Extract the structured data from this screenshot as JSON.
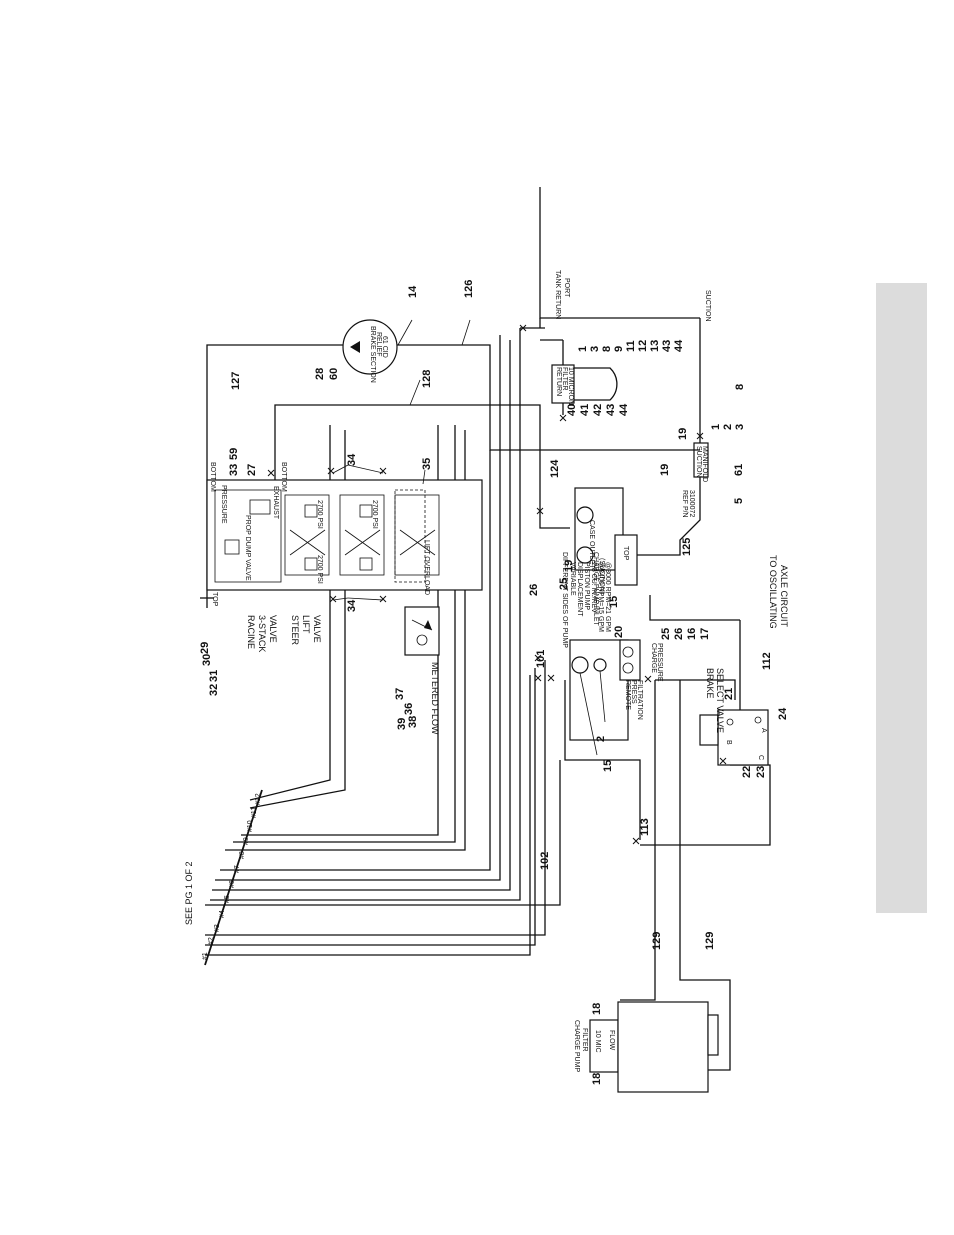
{
  "page": {
    "side_tab_color": "#dcdcdc",
    "line_color": "#111111"
  },
  "components": {
    "see_page_note": "SEE PG 1 OF 2",
    "valve_title": [
      "RACINE",
      "3-STACK",
      "VALVE"
    ],
    "steer_lift_title": [
      "STEER",
      "LIFT",
      "VALVE"
    ],
    "metered_flow": "METERED FLOW",
    "pressure_label": "PRESSURE",
    "exhaust_label": "EXHAUST",
    "bottom_label_1": "BOTTOM",
    "bottom_label_2": "BOTTOM",
    "top_label": "TOP",
    "prop_dump_valve": "PROP DUMP VALVE",
    "lift_overload": "LIFT OVERLOAD",
    "relief_labels": [
      "2700 PSI",
      "2700 PSI",
      "2700 PSI"
    ],
    "brake_section": [
      "BRAKE SECTION",
      "RELIEF",
      "61 CID"
    ],
    "return_filter": [
      "RETURN",
      "FILTER",
      "10 MICRON"
    ],
    "tank_return_port": [
      "TANK RETURN",
      "PORT"
    ],
    "suction_label": "SUCTION",
    "suction_manifold": [
      "SUCTION",
      "MANIFOLD"
    ],
    "case_outlet": "CASE OUTLET",
    "charge_pump_inlet": [
      "CHARGE PUMP INLET",
      "(SUCTION)"
    ],
    "top_block": "TOP",
    "ref_pn": [
      "REF P/N",
      "3100072"
    ],
    "pump_text": [
      "DIFFERENT SIDES OF PUMP",
      "VARIABLE",
      "DISPLACEMENT",
      "PISTON PUMP",
      "2.8 CU. IN./REV",
      "@2400 RPM=15 GPM",
      "@3000 RPM=21 GPM"
    ],
    "remote_press": [
      "REMOTE",
      "PRESS",
      "FILTRATION"
    ],
    "charge_pressure": [
      "CHARGE",
      "PRESSURE"
    ],
    "brake_select_valve": [
      "BRAKE",
      "SELECT VALVE"
    ],
    "port_letters": [
      "A",
      "B",
      "C"
    ],
    "oscillating": [
      "TO OSCILLATING",
      "AXLE CIRCUIT"
    ],
    "charge_pump_filter": [
      "CHARGE PUMP",
      "FILTER"
    ],
    "filter_flow": "FLOW",
    "filter_detail": "10 MIC",
    "harness_taps": [
      "#1",
      "#2",
      "#3",
      "#4",
      "#5",
      "#6",
      "#7",
      "#8",
      "#9",
      "#10",
      "#11",
      "#12"
    ]
  },
  "callouts": {
    "c_14": "14",
    "c_126": "126",
    "c_127": "127",
    "c_128": "128",
    "c_28": "28",
    "c_60": "60",
    "c_59": "59",
    "c_33": "33",
    "c_27": "27",
    "c_34a": "34",
    "c_35": "35",
    "c_34b": "34",
    "c_29": "29",
    "c_30": "30",
    "c_31": "31",
    "c_32": "32",
    "c_36": "36",
    "c_37": "37",
    "c_38": "38",
    "c_39": "39",
    "c_124": "124",
    "c_19a": "19",
    "c_25a": "25",
    "c_26a": "26",
    "c_15a": "15",
    "c_19b": "19",
    "c_125": "125",
    "c_19c": "19",
    "c_61": "61",
    "c_5": "5",
    "c_1_2_3": [
      "1",
      "2",
      "3"
    ],
    "c_8": "8",
    "c_return_list": [
      "1",
      "3",
      "8",
      "9",
      "11",
      "12",
      "13",
      "43",
      "44"
    ],
    "c_return_list_2": [
      "40",
      "41",
      "42",
      "43",
      "44"
    ],
    "c_101": "101",
    "c_20": "20",
    "c_right_list": [
      "25",
      "26",
      "16",
      "17"
    ],
    "c_112": "112",
    "c_21": "21",
    "c_24": "24",
    "c_22": "22",
    "c_23": "23",
    "c_2": "2",
    "c_15b": "15",
    "c_113": "113",
    "c_102": "102",
    "c_129a": "129",
    "c_129b": "129",
    "c_18a": "18",
    "c_18b": "18"
  }
}
